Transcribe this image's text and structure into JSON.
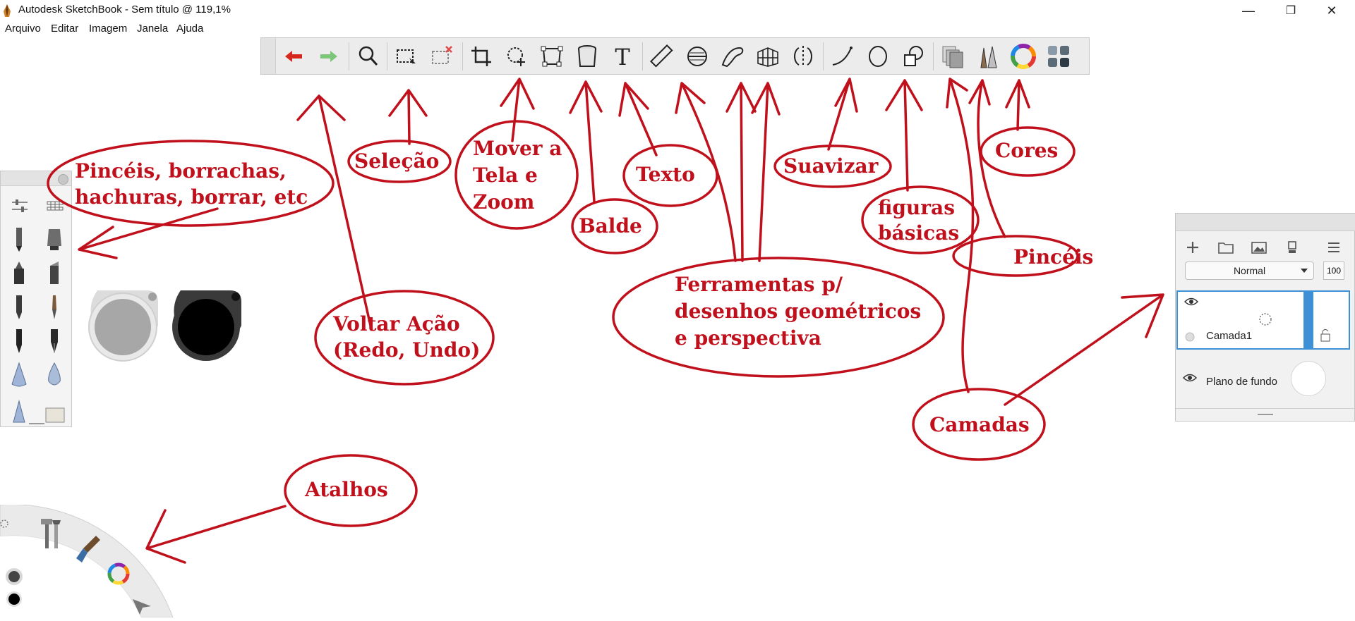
{
  "window": {
    "title": "Autodesk SketchBook - Sem título @ 119,1%",
    "controls": {
      "minimize": "—",
      "maximize": "❐",
      "close": "✕"
    }
  },
  "menu": [
    "Arquivo",
    "Editar",
    "Imagem",
    "Janela",
    "Ajuda"
  ],
  "toolbar": {
    "icons": [
      "undo-icon",
      "redo-icon",
      "zoom-icon",
      "select-rect-icon",
      "select-clear-icon",
      "crop-icon",
      "move-zoom-icon",
      "distort-icon",
      "bucket-icon",
      "text-icon",
      "ruler-icon",
      "ellipse-guide-icon",
      "french-curve-icon",
      "perspective-icon",
      "symmetry-icon",
      "steady-stroke-icon",
      "ellipse-shape-icon",
      "shapes-icon",
      "layers-icon",
      "brushes-icon",
      "colors-icon",
      "palette-grid-icon"
    ]
  },
  "brush_palette": {
    "items": [
      "pencil",
      "airbrush",
      "marker",
      "chisel-marker",
      "ballpoint",
      "paintbrush",
      "ink-pen",
      "fountain-pen",
      "smudge",
      "water-drop",
      "triangle-pen",
      "eraser-block"
    ]
  },
  "colors": {
    "accent": "#c0101c",
    "puck_light": "#a7a7a7",
    "puck_dark": "#000000",
    "layer_highlight": "#3d8fd6"
  },
  "layers": {
    "blend_mode": "Normal",
    "opacity": "100",
    "items": [
      {
        "name": "Camada1",
        "selected": true
      },
      {
        "name": "Plano de fundo",
        "selected": false
      }
    ]
  },
  "annotations": {
    "pinceis_borrachas": [
      "Pincéis, borrachas,",
      "hachuras, borrar, etc"
    ],
    "selecao": "Seleção",
    "mover": [
      "Mover a",
      "Tela e",
      "Zoom"
    ],
    "texto": "Texto",
    "suavizar": "Suavizar",
    "cores": "Cores",
    "figuras": [
      "figuras",
      "básicas"
    ],
    "balde": "Balde",
    "pinceis": "Pincéis",
    "ferramentas": [
      "Ferramentas p/",
      "desenhos geométricos",
      "e perspectiva"
    ],
    "voltar": [
      "Voltar Ação",
      "(Redo, Undo)"
    ],
    "camadas": "Camadas",
    "atalhos": "Atalhos"
  }
}
